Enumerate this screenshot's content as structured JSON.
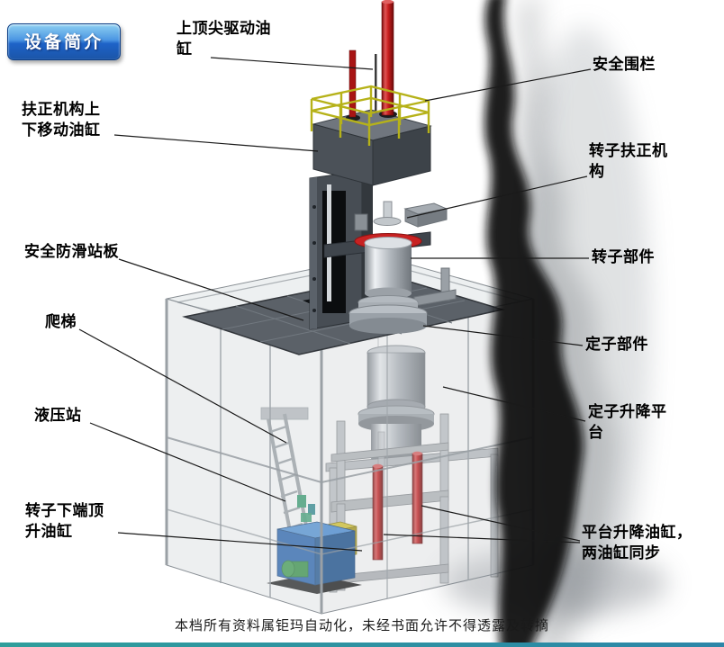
{
  "badge": {
    "label": "设备简介"
  },
  "labels": [
    {
      "id": "top-drive-cylinder",
      "text": "上顶尖驱动油\n缸"
    },
    {
      "id": "safety-fence",
      "text": "安全围栏"
    },
    {
      "id": "centering-move-cylinder",
      "text": "扶正机构上\n下移动油缸"
    },
    {
      "id": "rotor-centering-mechanism",
      "text": "转子扶正机\n构"
    },
    {
      "id": "anti-slip-platform",
      "text": "安全防滑站板"
    },
    {
      "id": "rotor-part",
      "text": "转子部件"
    },
    {
      "id": "ladder",
      "text": "爬梯"
    },
    {
      "id": "stator-part",
      "text": "定子部件"
    },
    {
      "id": "hydraulic-station",
      "text": "液压站"
    },
    {
      "id": "stator-lift-platform",
      "text": "定子升降平\n台"
    },
    {
      "id": "rotor-bottom-jack-cylinder",
      "text": "转子下端顶\n升油缸"
    },
    {
      "id": "platform-lift-cylinders",
      "text": "平台升降油缸，\n两油缸同步"
    }
  ],
  "footer": {
    "text": "本档所有资料属钜玛自动化，未经书面允许不得透露及转摘"
  },
  "colors": {
    "badge-top": "#8ed0f2",
    "badge-bottom": "#1e63c8",
    "cylinder-red": "#c81e1e",
    "railing-yellow": "#b6b219",
    "hydraulic-blue": "#2a6fc0",
    "motor-green": "#3a9a4a",
    "frame-gray": "#474d54",
    "leader-line": "#1a1a1a",
    "bottom-bar": "#2f9e9b"
  }
}
